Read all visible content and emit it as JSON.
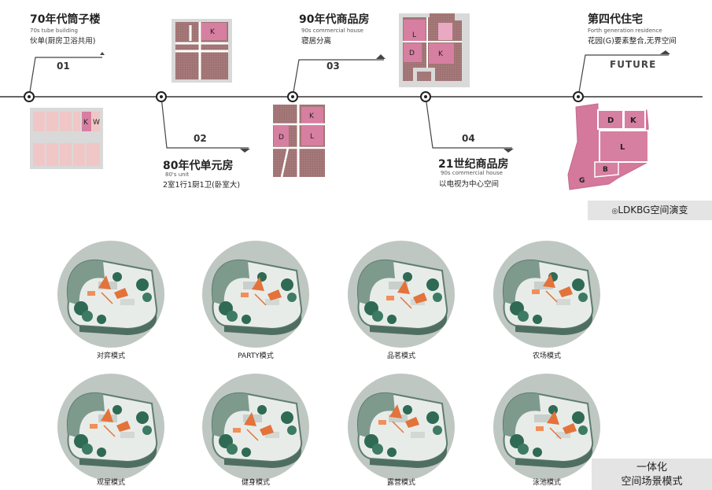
{
  "timeline": {
    "eras": [
      {
        "num": "01",
        "title": "70年代筒子楼",
        "en": "70s tube building",
        "desc": "伙单(厨房卫浴共用)"
      },
      {
        "num": "02",
        "title": "80年代单元房",
        "en": "80's unit",
        "desc": "2室1行1厨1卫(卧室大)"
      },
      {
        "num": "03",
        "title": "90年代商品房",
        "en": "90s commercial house",
        "desc": "寝居分离"
      },
      {
        "num": "04",
        "title": "21世纪商品房",
        "en": "90s commercial house",
        "desc": "以电视为中心空间"
      },
      {
        "num": "FUTURE",
        "title": "第四代住宅",
        "en": "Forth generation residence",
        "desc": "花园(G)要素整合,无界空间"
      }
    ],
    "plan_letters": {
      "k": "K",
      "w": "W",
      "d": "D",
      "l": "L",
      "b": "B",
      "g": "G"
    },
    "caption": "LDKBG空间演变",
    "caption_mark": "◎"
  },
  "modes": {
    "items": [
      "对弈模式",
      "PARTY模式",
      "品茗模式",
      "农场模式",
      "观星模式",
      "健身模式",
      "露营模式",
      "泳池模式"
    ],
    "caption_line1": "一体化",
    "caption_line2": "空间场景模式"
  },
  "colors": {
    "wall": "#a47878",
    "pink": "#d77fa1",
    "light_pink": "#f1c6c6",
    "grey": "#d9d9d9",
    "circle": "#bfc7c2"
  }
}
